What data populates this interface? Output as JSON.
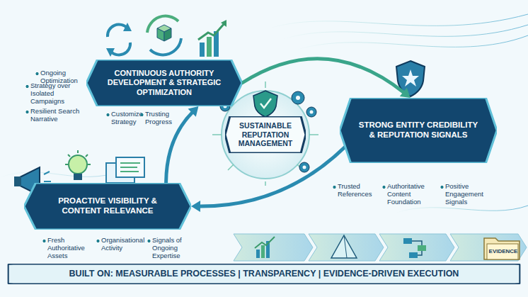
{
  "diagram": {
    "nodes": [
      {
        "text": [
          "CONTINUOUS AUTHORITY DEVELOPMENT & STRATEGIC OPTIMIZATION"
        ]
      },
      {
        "text": [
          "SUSTAINABLE REPUTATION MANAGEMENT"
        ]
      },
      {
        "text": [
          "STRONG ENTITY CREDIBILITY & REPUTATION SIGNALS"
        ]
      },
      {
        "text": [
          "PROACTIVE VISIBILITY & CONTENT RELEVANCE"
        ]
      },
      {
        "text": [
          "BUILT ON: MEASURABLE PROCESSES | TRANSPARENCY | EVIDENCE-DRIVEN EXECUTION"
        ]
      }
    ],
    "edges": [
      {
        "from": 0,
        "to": 2,
        "arrow": "to"
      },
      {
        "from": 2,
        "to": 3,
        "arrow": "to"
      },
      {
        "from": 3,
        "to": 0,
        "arrow": "to"
      }
    ],
    "labels": [
      "Ongoing Optimization",
      "Strategy over Isolated Campaigns",
      "Resilient Search Narrative",
      "Customize Strategy",
      "Trusting Progress",
      "Trusted References",
      "Authoritative Content Foundation",
      "Positive Engagement Signals",
      "Fresh Authoritative Assets",
      "Organisational Activity",
      "Signals of Ongoing Expertise",
      "EVIDENCE"
    ]
  }
}
